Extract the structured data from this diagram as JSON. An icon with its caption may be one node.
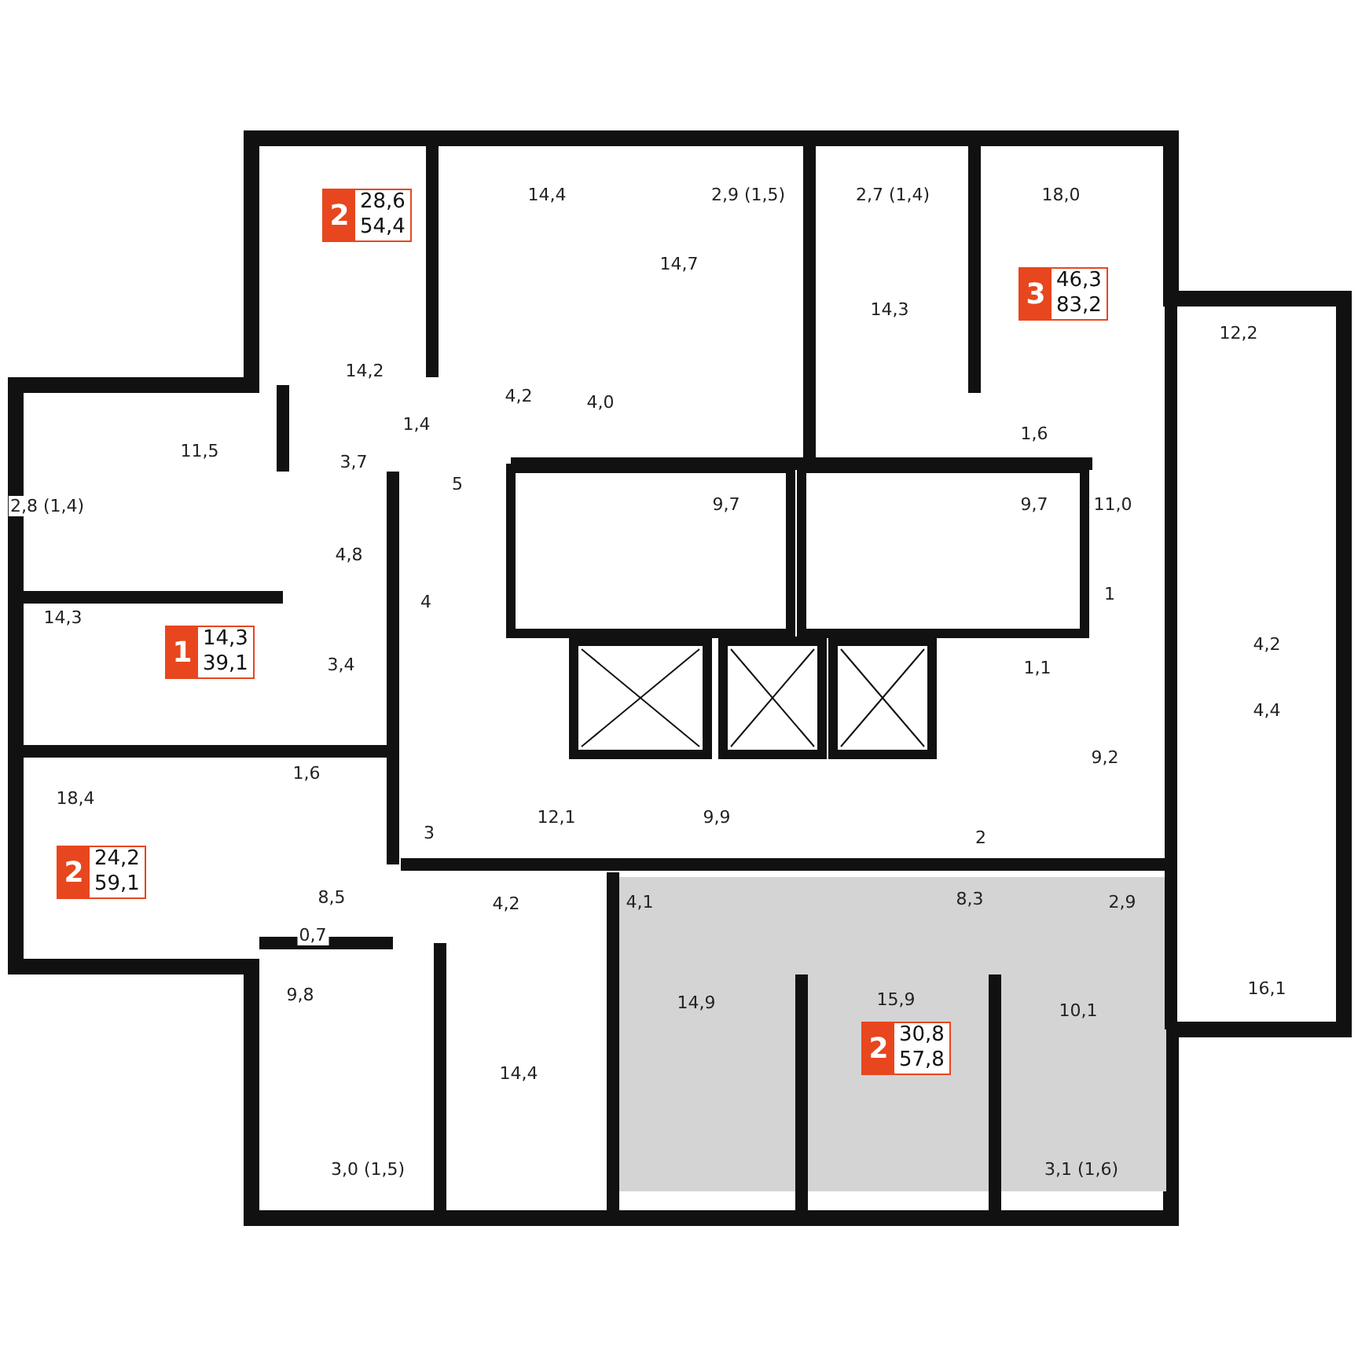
{
  "diagram": {
    "nodes": [
      {
        "text": [
          "2",
          "28,6",
          "54,4"
        ]
      },
      {
        "text": [
          "3",
          "46,3",
          "83,2"
        ]
      },
      {
        "text": [
          "1",
          "14,3",
          "39,1"
        ]
      },
      {
        "text": [
          "2",
          "24,2",
          "59,1"
        ]
      },
      {
        "text": [
          "2",
          "30,8",
          "57,8"
        ]
      }
    ],
    "labels": [
      "14,4",
      "2,9 (1,5)",
      "2,7 (1,4)",
      "18,0",
      "14,7",
      "14,3",
      "12,2",
      "14,2",
      "4,2",
      "4,0",
      "1,4",
      "1,6",
      "11,5",
      "3,7",
      "2,8 (1,4)",
      "5",
      "9,7",
      "9,7",
      "11,0",
      "4,8",
      "1",
      "14,3",
      "4",
      "3,4",
      "4,2",
      "1,1",
      "4,4",
      "1,6",
      "9,2",
      "18,4",
      "3",
      "12,1",
      "9,9",
      "2",
      "8,5",
      "4,2",
      "4,1",
      "8,3",
      "2,9",
      "0,7",
      "9,8",
      "14,9",
      "15,9",
      "10,1",
      "16,1",
      "14,4",
      "3,0 (1,5)",
      "3,1 (1,6)"
    ]
  }
}
